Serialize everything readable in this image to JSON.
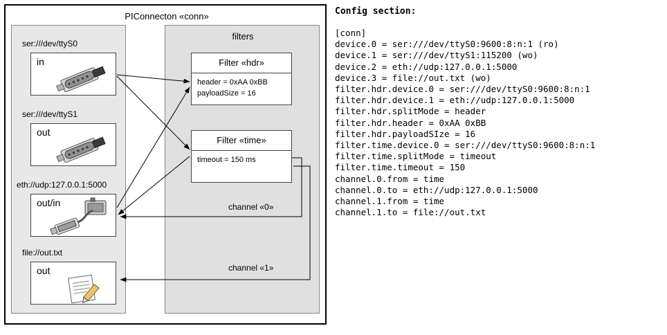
{
  "diagram": {
    "outer_title": "PIConnecton «conn»",
    "devices": [
      {
        "label": "ser:///dev/ttyS0",
        "caption": "in",
        "icon": "serial-connector-icon"
      },
      {
        "label": "ser:///dev/ttyS1",
        "caption": "out",
        "icon": "serial-connector-icon"
      },
      {
        "label": "eth://udp:127.0.0.1:5000",
        "caption": "out/in",
        "icon": "network-plug-icon"
      },
      {
        "label": "file://out.txt",
        "caption": "out",
        "icon": "text-file-icon"
      }
    ],
    "filters_title": "filters",
    "filters": [
      {
        "title": "Filter «hdr»",
        "lines": [
          "header = 0xAA 0xBB",
          "payloadSize = 16"
        ]
      },
      {
        "title": "Filter «time»",
        "lines": [
          "timeout = 150 ms"
        ]
      }
    ],
    "channels": [
      {
        "label": "channel «0»"
      },
      {
        "label": "channel «1»"
      }
    ]
  },
  "config": {
    "title": "Config section:",
    "text": "[conn]\ndevice.0 = ser:///dev/ttyS0:9600:8:n:1 (ro)\ndevice.1 = ser:///dev/ttyS1:115200 (wo)\ndevice.2 = eth://udp:127.0.0.1:5000\ndevice.3 = file://out.txt (wo)\nfilter.hdr.device.0 = ser:///dev/ttyS0:9600:8:n:1\nfilter.hdr.device.1 = eth://udp:127.0.0.1:5000\nfilter.hdr.splitMode = header\nfilter.hdr.header = 0xAA 0xBB\nfilter.hdr.payloadSIze = 16\nfilter.time.device.0 = ser:///dev/ttyS0:9600:8:n:1\nfilter.time.splitMode = timeout\nfilter.time.timeout = 150\nchannel.0.from = time\nchannel.0.to = eth://udp:127.0.0.1:5000\nchannel.1.from = time\nchannel.1.to = file://out.txt"
  },
  "colors": {
    "panel_devices": "#e8e8e8",
    "panel_filters": "#e0e0e0",
    "border": "#000000",
    "text": "#000000"
  }
}
